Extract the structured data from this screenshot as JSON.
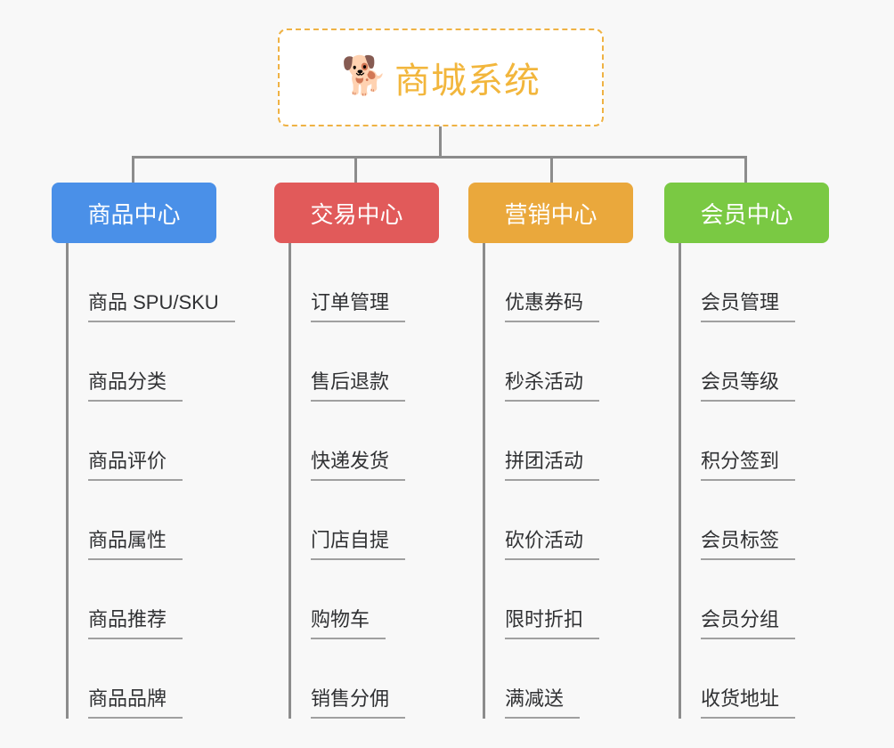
{
  "diagram": {
    "background_color": "#f8f8f8",
    "connector_color": "#8c8c8c",
    "root": {
      "icon": "shiba-dog-face-icon",
      "emoji": "🐕",
      "title": "商城系统",
      "title_color": "#f2b63c",
      "border_color": "#efb244",
      "border_style": "dashed",
      "background_color": "#ffffff"
    },
    "categories": [
      {
        "label": "商品中心",
        "color": "#4a90e8",
        "items": [
          "商品 SPU/SKU",
          "商品分类",
          "商品评价",
          "商品属性",
          "商品推荐",
          "商品品牌"
        ]
      },
      {
        "label": "交易中心",
        "color": "#e15a5a",
        "items": [
          "订单管理",
          "售后退款",
          "快递发货",
          "门店自提",
          "购物车",
          "销售分佣"
        ]
      },
      {
        "label": "营销中心",
        "color": "#eaa83c",
        "items": [
          "优惠券码",
          "秒杀活动",
          "拼团活动",
          "砍价活动",
          "限时折扣",
          "满减送"
        ]
      },
      {
        "label": "会员中心",
        "color": "#7ac943",
        "items": [
          "会员管理",
          "会员等级",
          "积分签到",
          "会员标签",
          "会员分组",
          "收货地址"
        ]
      }
    ]
  }
}
